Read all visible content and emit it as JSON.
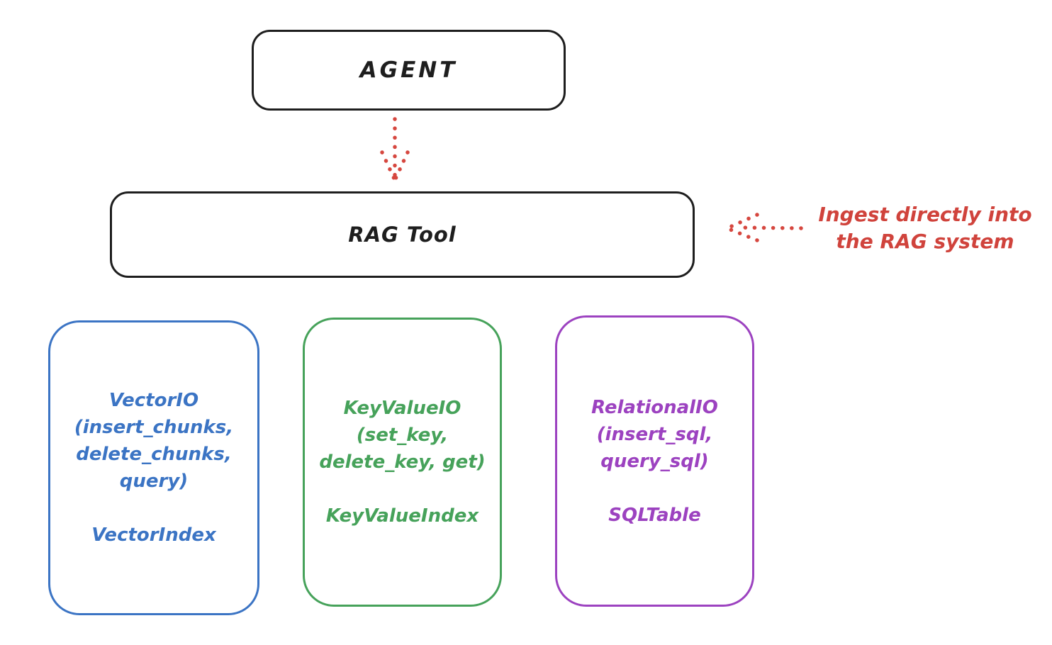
{
  "diagram": {
    "type": "hand-drawn-architecture-diagram",
    "background": "#ffffff",
    "agent": {
      "label": "AGENT"
    },
    "rag_tool": {
      "label": "RAG Tool"
    },
    "annotation": {
      "lines": [
        "Ingest directly into",
        "the RAG system"
      ],
      "color": "#d0433c"
    },
    "arrows": [
      {
        "name": "agent-to-ragtool",
        "style": "dotted",
        "color": "#d6473f",
        "direction": "down"
      },
      {
        "name": "annotation-to-ragtool",
        "style": "dotted",
        "color": "#d6473f",
        "direction": "left"
      }
    ],
    "storage_boxes": [
      {
        "id": "vector-io",
        "color": "#3b74c4",
        "lines": [
          "VectorIO",
          "(insert_chunks,",
          "delete_chunks,",
          "query)"
        ],
        "index_label": "VectorIndex"
      },
      {
        "id": "keyvalue-io",
        "color": "#46a25a",
        "lines": [
          "KeyValueIO",
          "(set_key,",
          "delete_key, get)"
        ],
        "index_label": "KeyValueIndex"
      },
      {
        "id": "relational-io",
        "color": "#9c42c0",
        "lines": [
          "RelationalIO",
          "(insert_sql,",
          "query_sql)"
        ],
        "index_label": "SQLTable"
      }
    ],
    "colors": {
      "node_stroke": "#1e1e1e",
      "red_accent": "#d6473f",
      "blue": "#3b74c4",
      "green": "#46a25a",
      "purple": "#9c42c0"
    }
  }
}
